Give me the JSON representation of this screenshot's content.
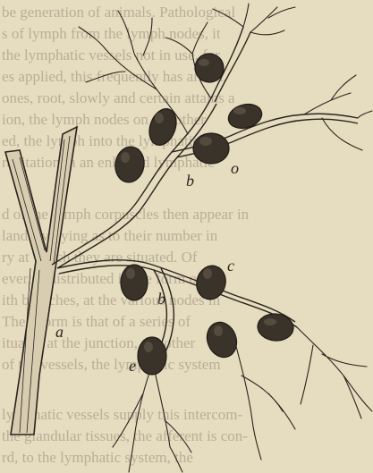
{
  "background_text": [
    "be generation of animals. Pathological",
    "s of lymph from the lymph nodes, it",
    "the lymphatic vessels not in use, for",
    "es applied, this frequently has arisen.",
    "ones, root, slowly and certain attains a",
    "ion, the lymph nodes on the other",
    "ed, the lymph into the lymphatic",
    "ravitation in an enlarged lymphatic",
    "",
    "d of the lymph corpuscles then appear in",
    "lands, varying as to their number in",
    "ry at which they are situated. Of",
    "ever, is distributed in the form of",
    "ith branches, at the various nodes in",
    "Their form is that of a series of",
    "ituated at the junction, the other",
    "of the vessels, the lymphatic system",
    "",
    "lymphatic vessels supply this intercom-",
    "the glandular tissues, the afferent is con-",
    "rd, to the lymphatic system, the"
  ],
  "figure_labels": {
    "a": "a",
    "b_upper": "b",
    "o": "o",
    "b_lower": "b",
    "c": "c",
    "e": "e"
  },
  "colors": {
    "paper": "#e6dcc0",
    "ink": "#2a241c",
    "faded_text": "#b9ae97",
    "node_fill": "#3a332a"
  }
}
